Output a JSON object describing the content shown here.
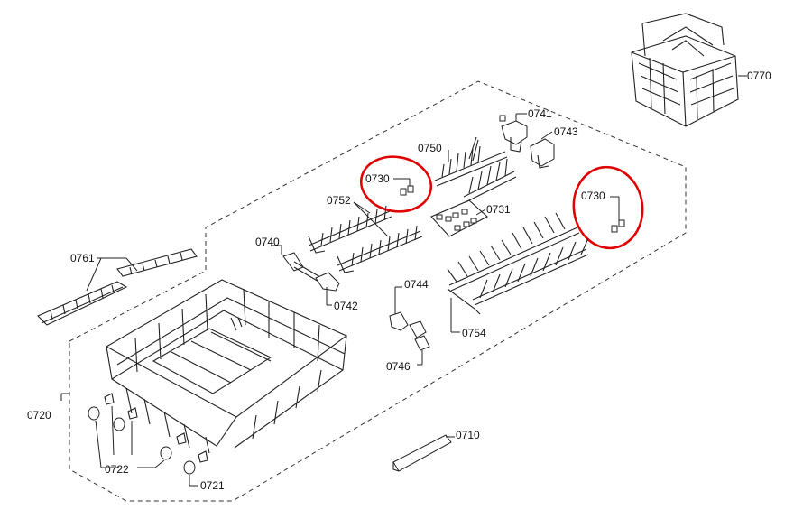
{
  "diagram": {
    "labels": {
      "l0770": "0770",
      "l0741": "0741",
      "l0743": "0743",
      "l0750": "0750",
      "l0730a": "0730",
      "l0730b": "0730",
      "l0731": "0731",
      "l0752": "0752",
      "l0740": "0740",
      "l0761": "0761",
      "l0742": "0742",
      "l0744": "0744",
      "l0754": "0754",
      "l0746": "0746",
      "l0720": "0720",
      "l0710": "0710",
      "l0722": "0722",
      "l0721": "0721"
    },
    "highlight_color": "#e00000"
  }
}
